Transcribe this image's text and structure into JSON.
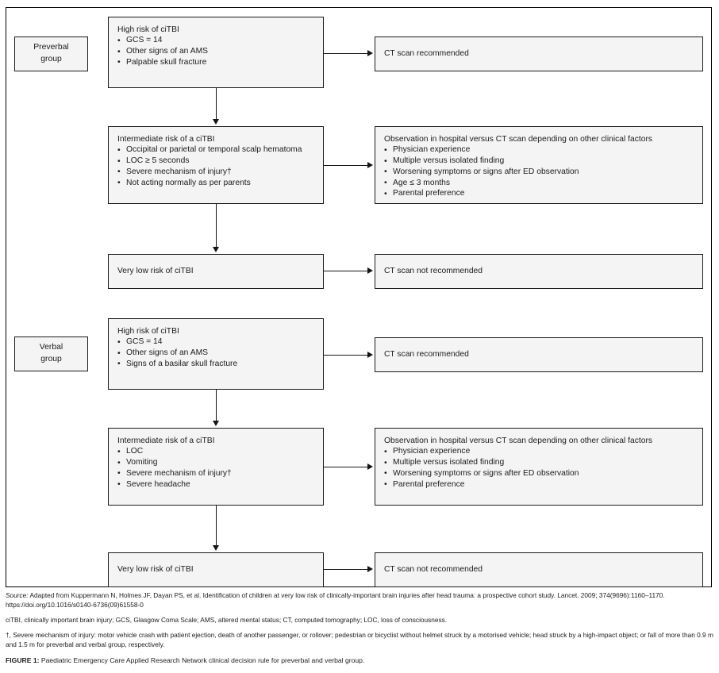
{
  "figure": {
    "groups": [
      {
        "id": "preverbal",
        "label_line1": "Preverbal",
        "label_line2": "group",
        "high_risk": {
          "title": "High risk of ciTBI",
          "items": [
            "GCS = 14",
            "Other signs of an AMS",
            "Palpable skull fracture"
          ]
        },
        "high_risk_outcome": "CT scan recommended",
        "intermediate_risk": {
          "title": "Intermediate risk of a ciTBI",
          "items": [
            "Occipital or parietal or temporal scalp hematoma",
            "LOC ≥ 5 seconds",
            "Severe mechanism of injury†",
            "Not acting normally as per parents"
          ]
        },
        "intermediate_outcome": {
          "title": "Observation in hospital versus CT scan depending on other clinical factors",
          "items": [
            "Physician experience",
            "Multiple versus isolated finding",
            "Worsening symptoms or signs after ED observation",
            "Age ≤ 3 months",
            "Parental preference"
          ]
        },
        "very_low_risk": "Very low risk of ciTBI",
        "very_low_outcome": "CT scan not recommended"
      },
      {
        "id": "verbal",
        "label_line1": "Verbal",
        "label_line2": "group",
        "high_risk": {
          "title": "High risk of ciTBI",
          "items": [
            "GCS = 14",
            "Other signs of an AMS",
            "Signs of a basilar skull fracture"
          ]
        },
        "high_risk_outcome": "CT scan recommended",
        "intermediate_risk": {
          "title": "Intermediate risk of a ciTBI",
          "items": [
            "LOC",
            "Vomiting",
            "Severe mechanism of injury†",
            "Severe headache"
          ]
        },
        "intermediate_outcome": {
          "title": "Observation in hospital versus CT scan depending on other clinical factors",
          "items": [
            "Physician experience",
            "Multiple versus isolated finding",
            "Worsening symptoms or signs after ED observation",
            "Parental preference"
          ]
        },
        "very_low_risk": "Very low risk of ciTBI",
        "very_low_outcome": "CT scan not recommended"
      }
    ]
  },
  "footnotes": {
    "source_label": "Source:",
    "source_text": " Adapted from Kuppermann N, Holmes JF, Dayan PS, et al. Identification of children at very low risk of clinically-important brain injuries after head trauma: a prospective cohort study. Lancet. 2009; 374(9696):1160–1170. https://doi.org/10.1016/s0140-6736(09)61558-0",
    "abbreviations": "ciTBI, clinically important brain injury; GCS, Glasgow Coma Scale; AMS, altered mental status; CT, computed tomography; LOC, loss of consciousness.",
    "dagger_note": "†, Severe mechanism of injury: motor vehicle crash with patient ejection, death of another passenger, or rollover; pedestrian or bicyclist without helmet struck by a motorised vehicle; head struck by a high-impact object; or fall of more than 0.9 m and 1.5 m for preverbal and verbal group, respectively.",
    "figure_label": "FIGURE 1:",
    "figure_caption": " Paediatric Emergency Care Applied Research Network clinical decision rule for preverbal and verbal group."
  },
  "colors": {
    "box_fill": "#f4f4f4",
    "box_border": "#1a1a1a",
    "text": "#1b1b1b",
    "frame": "#000000"
  }
}
